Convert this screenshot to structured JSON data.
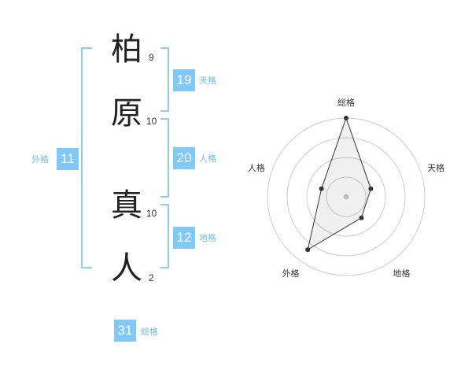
{
  "name_chars": [
    {
      "char": "柏",
      "strokes": "9"
    },
    {
      "char": "原",
      "strokes": "10"
    },
    {
      "char": "真",
      "strokes": "10"
    },
    {
      "char": "人",
      "strokes": "2"
    }
  ],
  "kakusu": {
    "tenkaku": {
      "value": "19",
      "label": "天格"
    },
    "jinkaku": {
      "value": "20",
      "label": "人格"
    },
    "chikaku": {
      "value": "12",
      "label": "地格"
    },
    "gaikaku": {
      "value": "11",
      "label": "外格"
    },
    "soukaku": {
      "value": "31",
      "label": "総格"
    }
  },
  "colors": {
    "accent": "#80c8f8",
    "bracket": "#8ccdf5",
    "label": "#73bfee",
    "kanji": "#222222"
  },
  "chart_data": {
    "type": "radar",
    "axes": [
      "総格",
      "天格",
      "地格",
      "外格",
      "人格"
    ],
    "values": [
      1.0,
      0.33,
      0.33,
      0.83,
      0.33
    ],
    "range": [
      0,
      1
    ],
    "rings": 4,
    "grid": true
  }
}
